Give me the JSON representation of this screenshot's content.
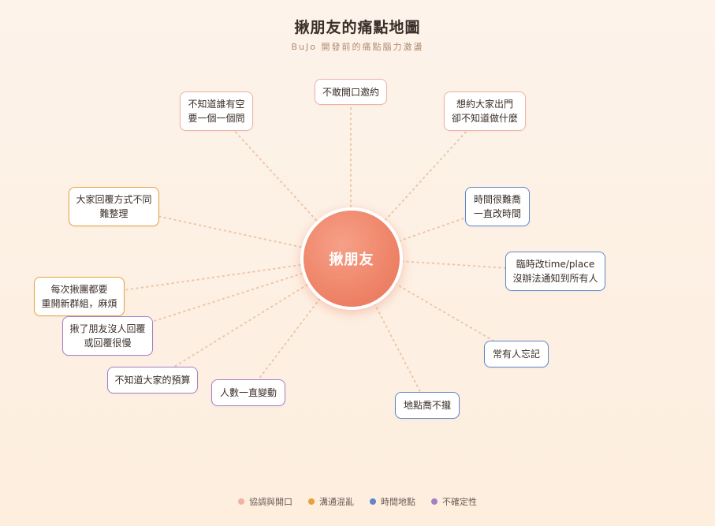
{
  "title": "揪朋友的痛點地圖",
  "subtitle": "BuJo 開發前的痛點腦力激盪",
  "center_label": "揪朋友",
  "colors": {
    "pink": "#f1b1a5",
    "orange": "#e6a23c",
    "blue": "#5f86c8",
    "purple": "#a580c9",
    "center": "#ee8468"
  },
  "nodes": [
    {
      "id": "n1",
      "lines": [
        "不敢開口邀約"
      ],
      "category": "pink"
    },
    {
      "id": "n2",
      "lines": [
        "不知道誰有空",
        "要一個一個問"
      ],
      "category": "pink"
    },
    {
      "id": "n3",
      "lines": [
        "想約大家出門",
        "卻不知道做什麼"
      ],
      "category": "pink"
    },
    {
      "id": "n4",
      "lines": [
        "大家回覆方式不同",
        "難整理"
      ],
      "category": "orange"
    },
    {
      "id": "n5",
      "lines": [
        "時間很難喬",
        "一直改時間"
      ],
      "category": "blue"
    },
    {
      "id": "n6",
      "lines": [
        "臨時改time/place",
        "沒辦法通知到所有人"
      ],
      "category": "blue"
    },
    {
      "id": "n7",
      "lines": [
        "每次揪團都要",
        "重開新群組，麻煩"
      ],
      "category": "orange"
    },
    {
      "id": "n8",
      "lines": [
        "揪了朋友沒人回覆",
        "或回覆很慢"
      ],
      "category": "purple"
    },
    {
      "id": "n9",
      "lines": [
        "常有人忘記"
      ],
      "category": "blue"
    },
    {
      "id": "n10",
      "lines": [
        "不知道大家的預算"
      ],
      "category": "purple"
    },
    {
      "id": "n11",
      "lines": [
        "人數一直變動"
      ],
      "category": "purple"
    },
    {
      "id": "n12",
      "lines": [
        "地點喬不攏"
      ],
      "category": "blue"
    }
  ],
  "legend": [
    {
      "label": "協調與開口",
      "color": "#f1b1a5"
    },
    {
      "label": "溝通混亂",
      "color": "#e6a23c"
    },
    {
      "label": "時間地點",
      "color": "#5f86c8"
    },
    {
      "label": "不確定性",
      "color": "#a580c9"
    }
  ]
}
